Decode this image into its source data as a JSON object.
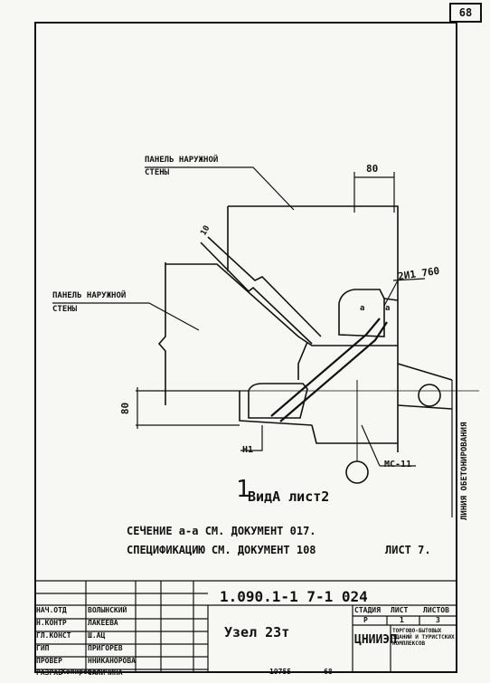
{
  "page_number": "68",
  "labels": {
    "outer_panel_top": "ПАНЕЛЬ НАРУЖНОЙ",
    "outer_panel_top_2": "СТЕНЫ",
    "outer_panel_left": "ПАНЕЛЬ НАРУЖНОЙ",
    "outer_panel_left_2": "СТЕНЫ",
    "dim_80_top": "80",
    "dim_10": "10",
    "dim_80_left": "80",
    "weld_mark": "2И1 760",
    "mark_a1": "а",
    "mark_a2": "а",
    "n1": "Н1",
    "mc11": "МС-11",
    "concrete_line": "ЛИНИЯ ОБЕТОНИРОВАНИЯ",
    "view_a": "ВидА лист2",
    "view_a_num": "1"
  },
  "notes": {
    "line1": "СЕЧЕНИЕ а-а СМ. ДОКУМЕНТ 017.",
    "line2": "СПЕЦИФИКАЦИЮ СМ. ДОКУМЕНТ 108",
    "line2_sheet": "ЛИСТ 7."
  },
  "title_block": {
    "doc_code": "1.090.1-1 7-1 024",
    "title": "Узел 23т",
    "stage_header": "СТАДИЯ",
    "sheet_header": "ЛИСТ",
    "sheets_header": "ЛИСТОВ",
    "stage": "Р",
    "sheet": "1",
    "sheets": "3",
    "org": "ЦНИИЭП",
    "org_desc": "ТОРГОВО-БЫТОВЫХ ЗДАНИЙ И ТУРИСТСКИХ КОМПЛЕКСОВ",
    "roles": [
      {
        "role": "НАЧ.ОТД",
        "name": "ВОЛЫНСКИЙ"
      },
      {
        "role": "Н.КОНТР",
        "name": "ЛАКЕЕВА"
      },
      {
        "role": "ГЛ.КОНСТ",
        "name": "Ш.АЦ"
      },
      {
        "role": "ГИП",
        "name": "ПРИГОРЕВ"
      },
      {
        "role": "ПРОВЕР",
        "name": "ННИКАНОРОВА"
      },
      {
        "role": "РАЗРАБ",
        "name": "САЛИЧИНА"
      }
    ],
    "footer_left": "Копировал",
    "footer_mid": "19755",
    "footer_num": "68"
  }
}
